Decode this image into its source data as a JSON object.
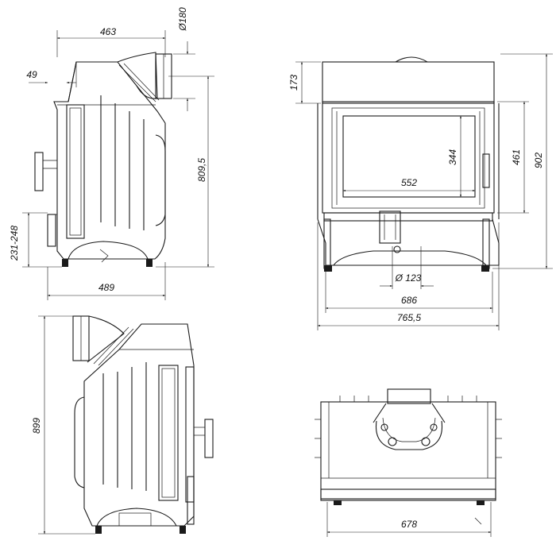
{
  "drawing": {
    "side_left": {
      "width_top": "463",
      "flue_diameter": "Ø180",
      "offset": "49",
      "height": "809,5",
      "leg_range": "231-248",
      "depth": "489"
    },
    "front": {
      "top_height": "173",
      "glass_height": "344",
      "glass_width": "552",
      "door_height": "461",
      "total_height": "902",
      "air_inlet": "Ø 123",
      "inner_width": "686",
      "total_width": "765,5"
    },
    "side_right": {
      "height": "899"
    },
    "top_view": {
      "width": "678"
    }
  }
}
